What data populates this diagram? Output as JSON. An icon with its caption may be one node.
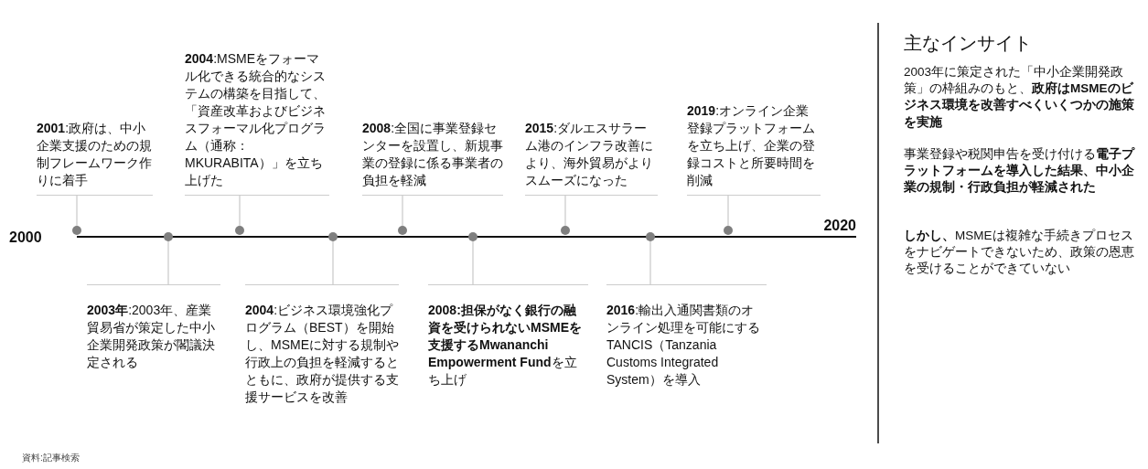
{
  "diagram": {
    "caption": "資料:記事検索",
    "nodes": [
      {
        "text": [
          "**2001**:政府は、中小企業支援のための規制フレームワーク作りに着手"
        ]
      },
      {
        "text": [
          "**2003年**:2003年、産業貿易省が策定した中小企業開発政策が閣議決定される"
        ]
      },
      {
        "text": [
          "**2004**:MSMEをフォーマル化できる統合的なシステムの構築を目指して、「資産改革およびビジネスフォーマル化プログラム（通称：MKURABITA）」を立ち上げた"
        ]
      },
      {
        "text": [
          "**2004**:ビジネス環境強化プログラム（BEST）を開始し、MSMEに対する規制や行政上の負担を軽減するとともに、政府が提供する支援サービスを改善"
        ]
      },
      {
        "text": [
          "**2008**:全国に事業登録センターを設置し、新規事業の登録に係る事業者の負担を軽減"
        ]
      },
      {
        "text": [
          "**2008:担保がなく銀行の融資を受けられないMSMEを支援するMwananchi Empowerment Fund**を立ち上げ"
        ]
      },
      {
        "text": [
          "**2015**:ダルエスサラーム港のインフラ改善により、海外貿易がよりスムーズになった"
        ]
      },
      {
        "text": [
          "**2016**:輸出入通関書類のオンライン処理を可能にするTANCIS（Tanzania Customs Integrated System）を導入"
        ]
      },
      {
        "text": [
          "**2019**:オンライン企業登録プラットフォームを立ち上げ、企業の登録コストと所要時間を削減"
        ]
      },
      {
        "text": [],
        "shape": "circle"
      },
      {
        "text": [],
        "shape": "circle"
      },
      {
        "text": [],
        "shape": "circle"
      },
      {
        "text": [],
        "shape": "circle"
      },
      {
        "text": [],
        "shape": "circle"
      },
      {
        "text": [],
        "shape": "circle"
      },
      {
        "text": [],
        "shape": "circle"
      },
      {
        "text": [],
        "shape": "circle"
      },
      {
        "text": [],
        "shape": "circle"
      }
    ],
    "edges": [
      {
        "from": 0,
        "to": 9,
        "arrow": "none"
      },
      {
        "from": 1,
        "to": 10,
        "arrow": "none"
      },
      {
        "from": 2,
        "to": 11,
        "arrow": "none"
      },
      {
        "from": 3,
        "to": 12,
        "arrow": "none"
      },
      {
        "from": 4,
        "to": 13,
        "arrow": "none"
      },
      {
        "from": 5,
        "to": 14,
        "arrow": "none"
      },
      {
        "from": 6,
        "to": 15,
        "arrow": "none"
      },
      {
        "from": 7,
        "to": 16,
        "arrow": "none"
      },
      {
        "from": 8,
        "to": 17,
        "arrow": "none"
      }
    ],
    "labels": [
      "2000",
      "2020",
      "主なインサイト",
      "2003年に策定された「中小企業開発政策」の枠組みのもと、**政府はMSMEのビジネス環境を改善すべくいくつかの施策を実施**",
      "事業登録や税関申告を受け付ける**電子プラットフォームを導入した結果、中小企業の規制・行政負担が軽減された**",
      "**しかし、**MSMEは複雑な手続きプロセスをナビゲートできないため、政策の恩恵を受けることができていない"
    ]
  }
}
